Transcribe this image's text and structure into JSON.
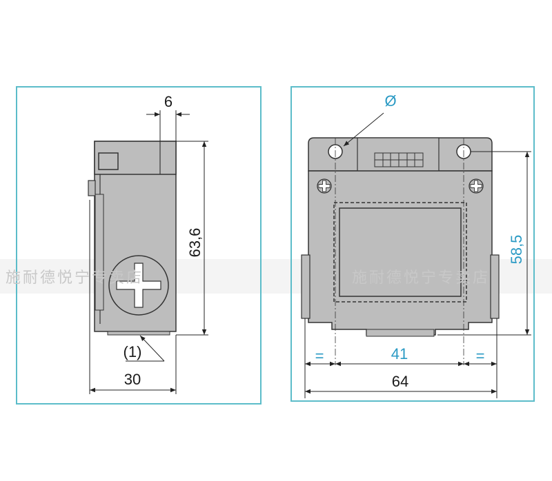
{
  "left_view": {
    "dim_width": "6",
    "dim_height": "63,6",
    "dim_bottom": "30",
    "callout": "(1)"
  },
  "right_view": {
    "diameter_symbol": "Ø",
    "dim_height": "58,5",
    "dim_inner": "41",
    "dim_equal_left": "=",
    "dim_equal_right": "=",
    "dim_total": "64"
  },
  "watermark_left": "施耐德悦宁专卖店",
  "watermark_right": "施耐德悦宁专卖店",
  "colors": {
    "frame": "#5bbcc9",
    "body": "#bdbdbd",
    "outline": "#333333",
    "dim_blue": "#2a9ac4"
  }
}
